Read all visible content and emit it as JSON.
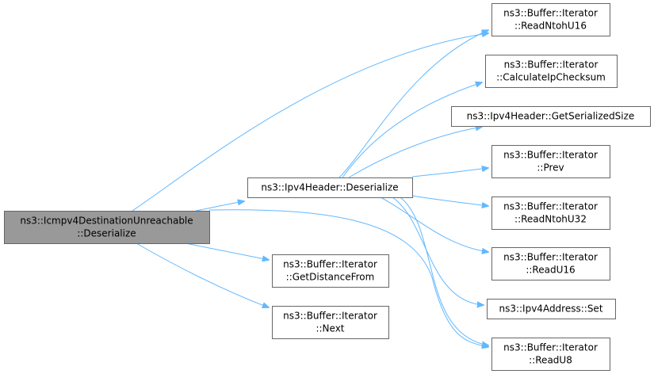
{
  "nodes": [
    {
      "id": "root",
      "lines": [
        "ns3::Icmpv4DestinationUnreachable",
        "::Deserialize"
      ],
      "root": true
    },
    {
      "id": "ipv4deser",
      "lines": [
        "ns3::Ipv4Header::Deserialize"
      ]
    },
    {
      "id": "getdist",
      "lines": [
        "ns3::Buffer::Iterator",
        "::GetDistanceFrom"
      ]
    },
    {
      "id": "next",
      "lines": [
        "ns3::Buffer::Iterator",
        "::Next"
      ]
    },
    {
      "id": "readntohu16",
      "lines": [
        "ns3::Buffer::Iterator",
        "::ReadNtohU16"
      ]
    },
    {
      "id": "calcchk",
      "lines": [
        "ns3::Buffer::Iterator",
        "::CalculateIpChecksum"
      ]
    },
    {
      "id": "getsersize",
      "lines": [
        "ns3::Ipv4Header::GetSerializedSize"
      ]
    },
    {
      "id": "prev",
      "lines": [
        "ns3::Buffer::Iterator",
        "::Prev"
      ]
    },
    {
      "id": "readntohu32",
      "lines": [
        "ns3::Buffer::Iterator",
        "::ReadNtohU32"
      ]
    },
    {
      "id": "readu16",
      "lines": [
        "ns3::Buffer::Iterator",
        "::ReadU16"
      ]
    },
    {
      "id": "addrset",
      "lines": [
        "ns3::Ipv4Address::Set"
      ]
    },
    {
      "id": "readu8",
      "lines": [
        "ns3::Buffer::Iterator",
        "::ReadU8"
      ]
    }
  ],
  "edges": [
    {
      "from": "root",
      "to": "readntohu16"
    },
    {
      "from": "root",
      "to": "ipv4deser"
    },
    {
      "from": "root",
      "to": "getdist"
    },
    {
      "from": "root",
      "to": "next"
    },
    {
      "from": "root",
      "to": "readu8"
    },
    {
      "from": "ipv4deser",
      "to": "readntohu16"
    },
    {
      "from": "ipv4deser",
      "to": "calcchk"
    },
    {
      "from": "ipv4deser",
      "to": "getsersize"
    },
    {
      "from": "ipv4deser",
      "to": "prev"
    },
    {
      "from": "ipv4deser",
      "to": "readntohu32"
    },
    {
      "from": "ipv4deser",
      "to": "readu16"
    },
    {
      "from": "ipv4deser",
      "to": "addrset"
    },
    {
      "from": "ipv4deser",
      "to": "readu8"
    }
  ],
  "colors": {
    "root_fill": "#999999",
    "node_fill": "#ffffff",
    "border": "#666666",
    "edge": "#63b8ff"
  }
}
